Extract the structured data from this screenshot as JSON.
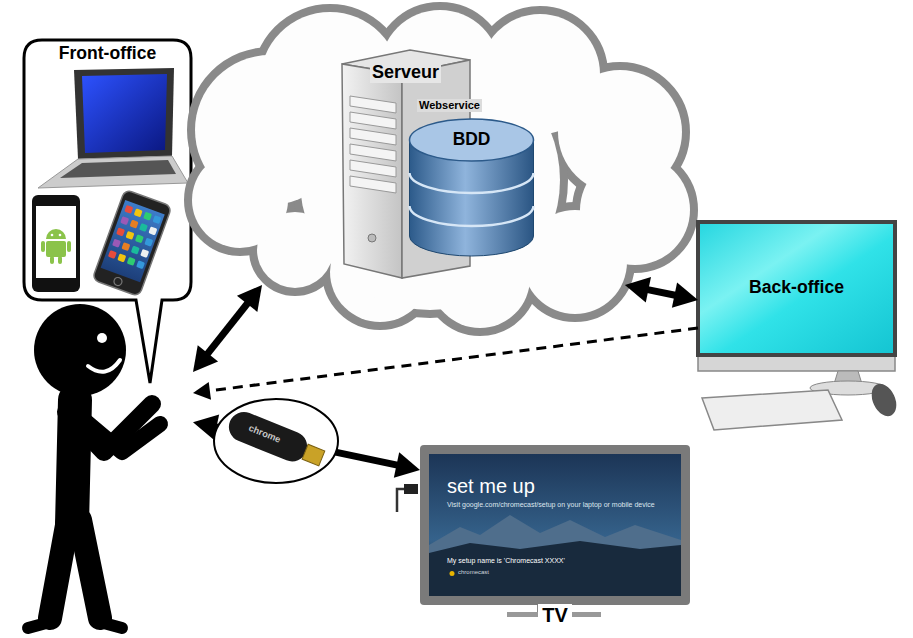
{
  "diagram": {
    "nodes": [
      {
        "text": [
          "Front-office"
        ]
      },
      {
        "text": [
          "Serveur",
          "Webservice"
        ]
      },
      {
        "text": [
          "BDD"
        ],
        "in": 1
      },
      {
        "text": [
          "Back-office"
        ]
      },
      {
        "text": [
          "set me up",
          "Visit google.com/chromecast/setup on your laptop or mobile device",
          "My setup name is 'Chromecast XXXX'",
          "chromecast",
          "TV"
        ]
      }
    ],
    "edges": [
      {
        "from": 0,
        "to": 1,
        "arrow": "both"
      },
      {
        "from": 1,
        "to": 3,
        "arrow": "both"
      },
      {
        "from": 3,
        "to": 0,
        "arrow": "to"
      },
      {
        "from": 0,
        "to": 4,
        "arrow": "both"
      }
    ],
    "labels": [
      "chrome"
    ]
  }
}
